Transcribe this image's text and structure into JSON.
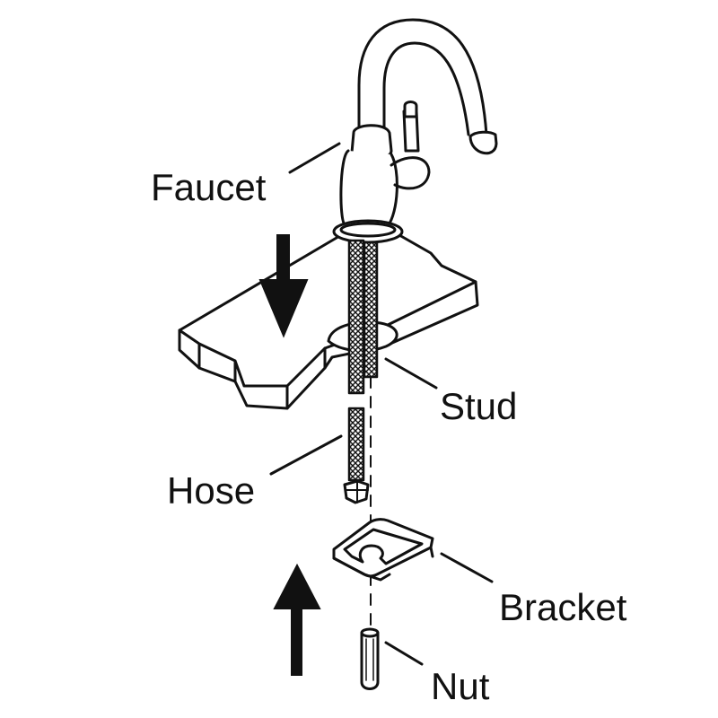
{
  "diagram": {
    "labels": {
      "faucet": "Faucet",
      "stud": "Stud",
      "hose": "Hose",
      "bracket": "Bracket",
      "nut": "Nut"
    },
    "colors": {
      "ink": "#111111",
      "paper": "#ffffff",
      "shade": "#d8d8d8"
    },
    "arrows": [
      "arrow-down-icon",
      "arrow-up-icon"
    ]
  }
}
